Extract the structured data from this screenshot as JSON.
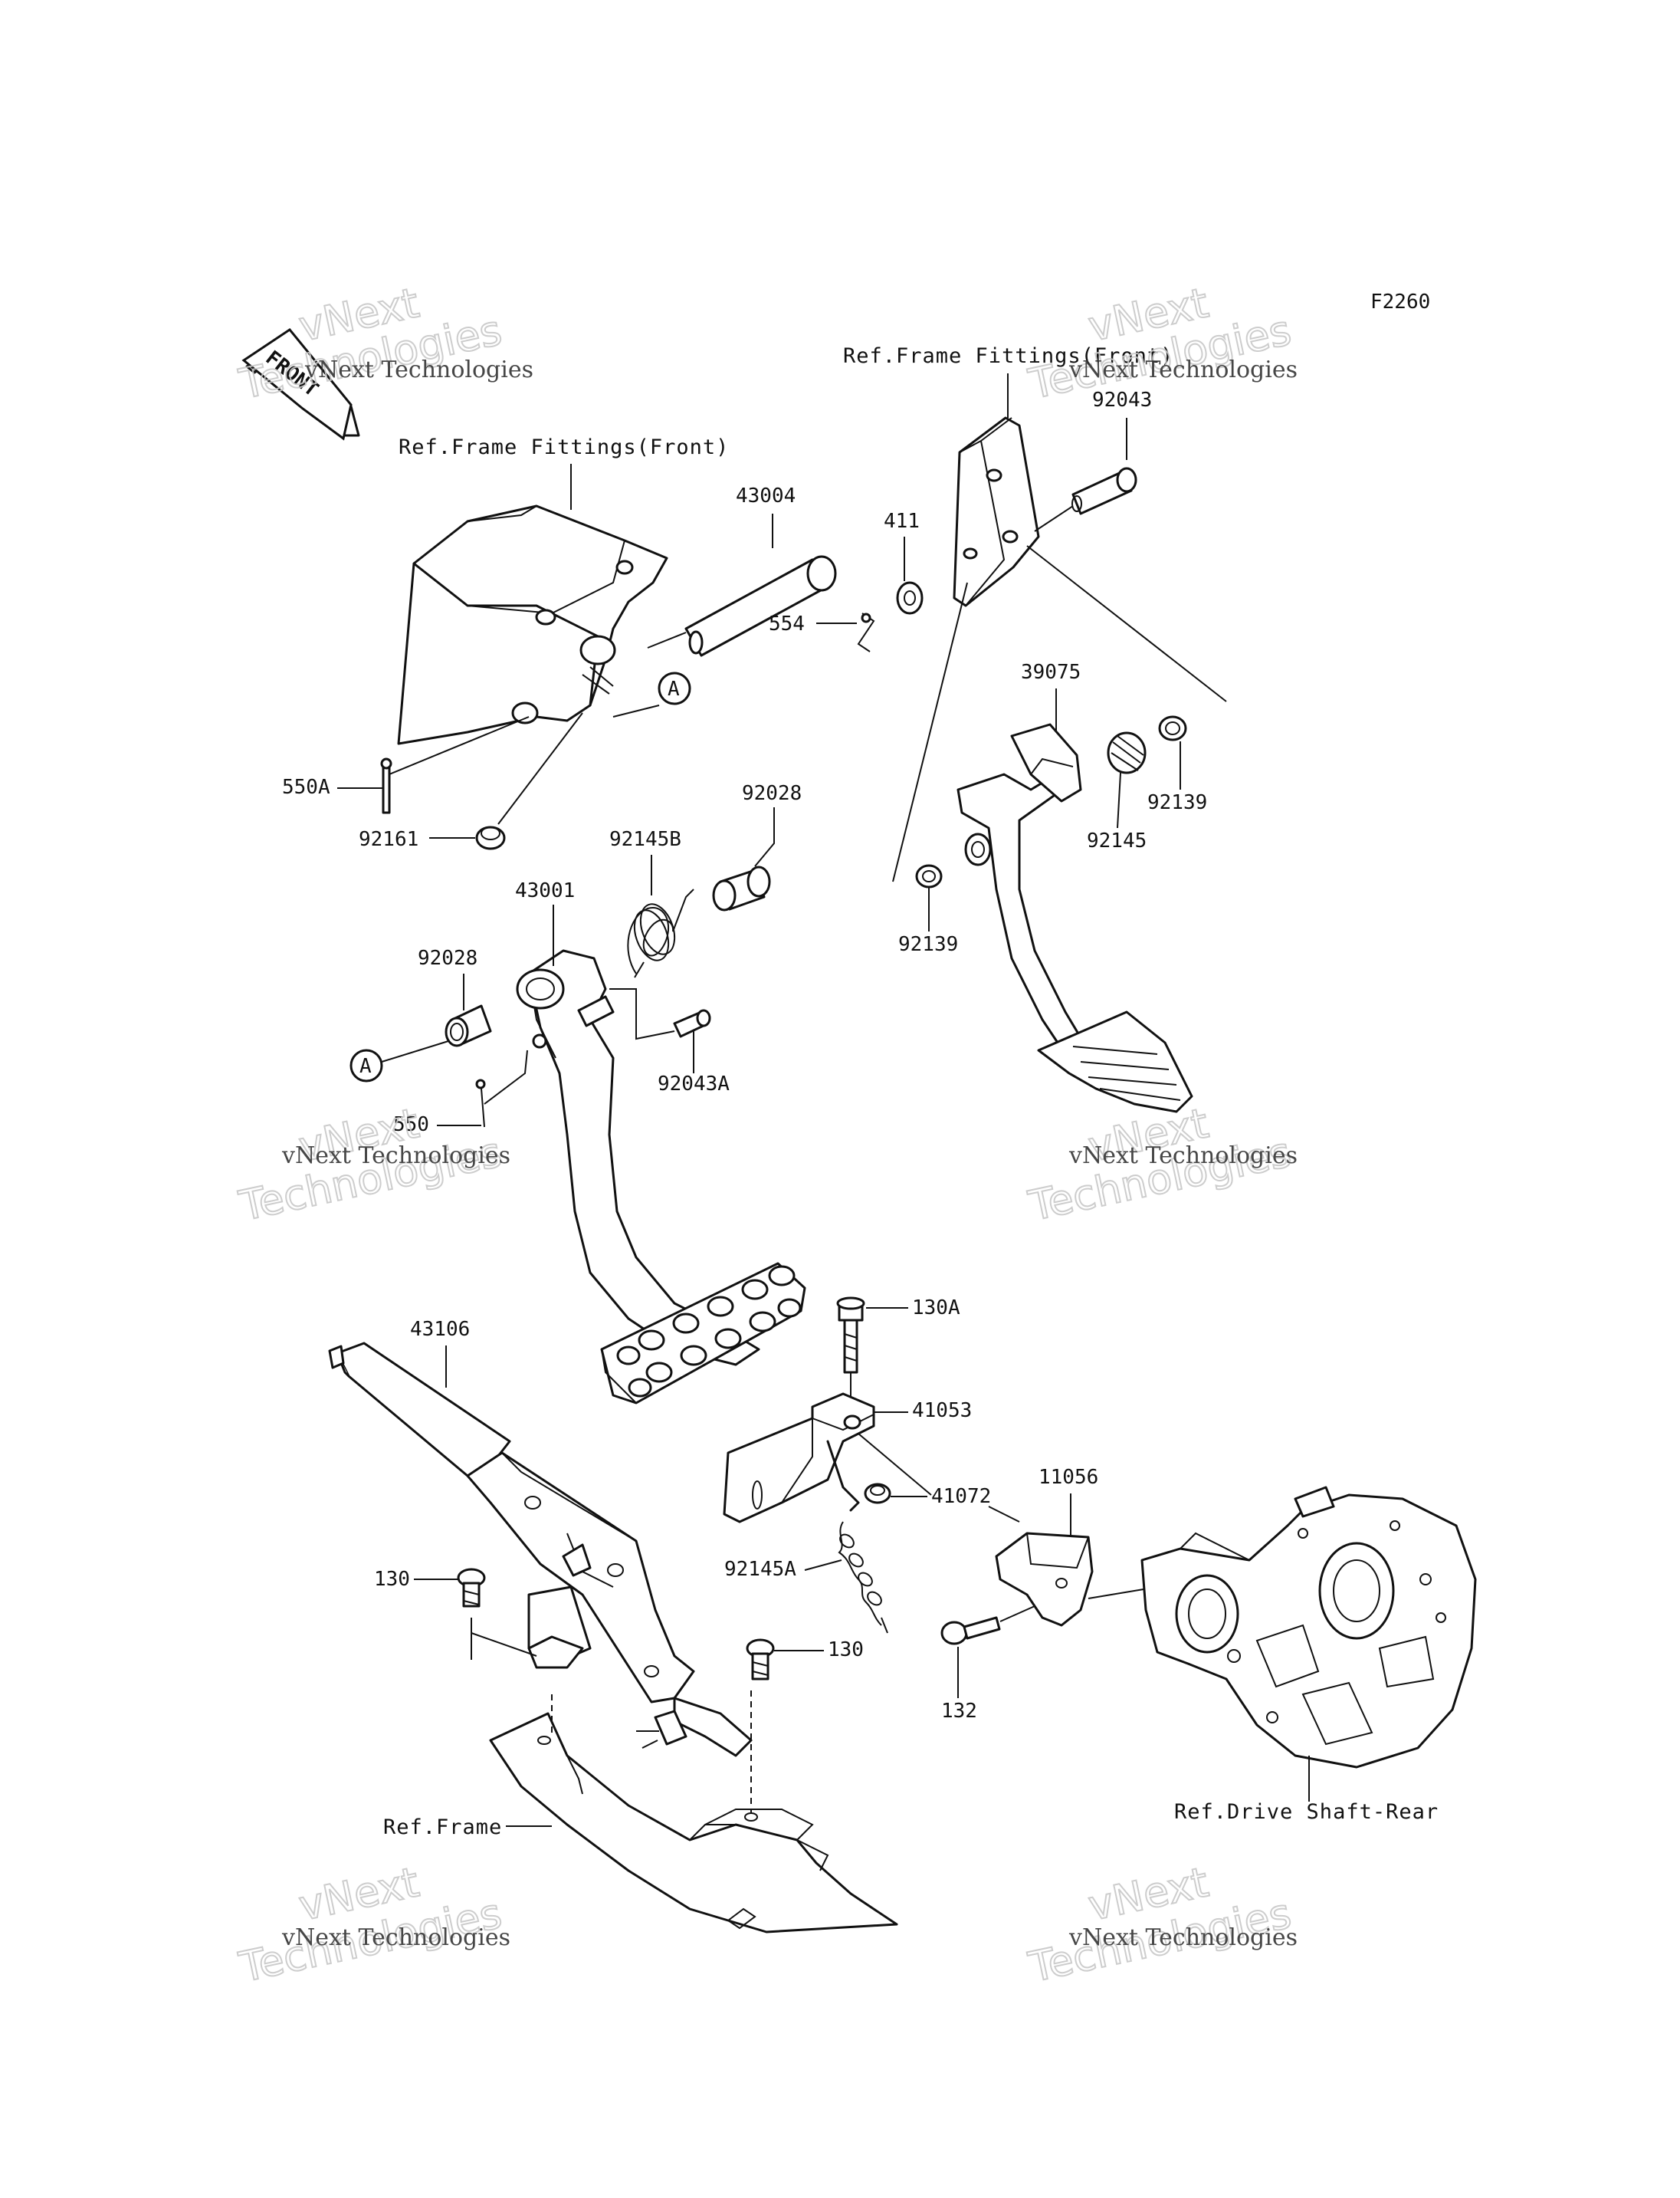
{
  "diagram_code": "F2260",
  "front_badge": "FRONT",
  "refs": {
    "frame_fittings_front_1": "Ref.Frame Fittings(Front)",
    "frame_fittings_front_2": "Ref.Frame Fittings(Front)",
    "frame": "Ref.Frame",
    "drive_shaft_rear": "Ref.Drive Shaft-Rear"
  },
  "callout_letter": "A",
  "parts": {
    "p43004": "43004",
    "p92043": "92043",
    "p411": "411",
    "p554": "554",
    "p39075": "39075",
    "p92139a": "92139",
    "p92145": "92145",
    "p92139b": "92139",
    "p550A": "550A",
    "p92161": "92161",
    "p92028a": "92028",
    "p92145B": "92145B",
    "p43001": "43001",
    "p92028b": "92028",
    "p92043A": "92043A",
    "p550": "550",
    "p130A": "130A",
    "p41053": "41053",
    "p41072": "41072",
    "p11056": "11056",
    "p43106": "43106",
    "p92145A": "92145A",
    "p130a": "130",
    "p130b": "130",
    "p132": "132"
  },
  "watermark": {
    "line1": "vNext Technologies",
    "line2": "vNext",
    "line3": "Technologies"
  }
}
